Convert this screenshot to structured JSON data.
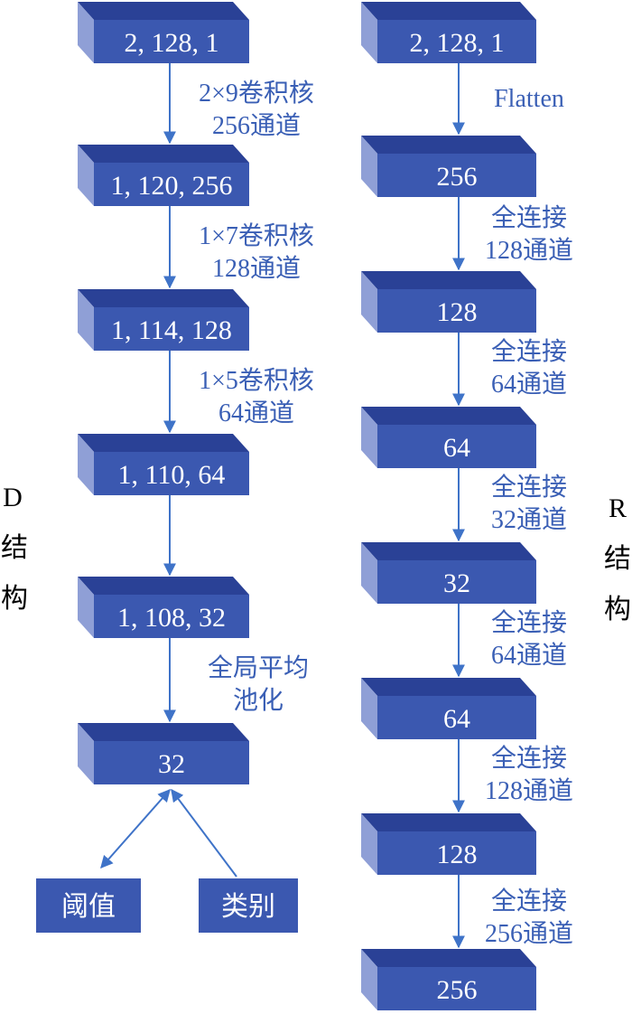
{
  "colors": {
    "box_front": "#3b58b0",
    "box_top": "#2a4196",
    "box_side": "#8f9fd6",
    "arrow": "#3f73c8",
    "text_blue": "#3a5fb5"
  },
  "d_column": {
    "side_label": [
      "D",
      "结",
      "构"
    ],
    "boxes": [
      "2, 128, 1",
      "1, 120, 256",
      "1, 114, 128",
      "1, 110, 64",
      "1, 108, 32",
      "32"
    ],
    "edges": [
      [
        "2×9卷积核",
        "256通道"
      ],
      [
        "1×7卷积核",
        "128通道"
      ],
      [
        "1×5卷积核",
        "64通道"
      ],
      [],
      [
        "全局平均",
        "池化"
      ]
    ],
    "outputs": [
      "阈值",
      "类别"
    ]
  },
  "r_column": {
    "side_label": [
      "R",
      "结",
      "构"
    ],
    "boxes": [
      "2, 128, 1",
      "256",
      "128",
      "64",
      "32",
      "64",
      "128",
      "256"
    ],
    "edges": [
      [
        "Flatten"
      ],
      [
        "全连接",
        "128通道"
      ],
      [
        "全连接",
        "64通道"
      ],
      [
        "全连接",
        "32通道"
      ],
      [
        "全连接",
        "64通道"
      ],
      [
        "全连接",
        "128通道"
      ],
      [
        "全连接",
        "256通道"
      ]
    ]
  }
}
